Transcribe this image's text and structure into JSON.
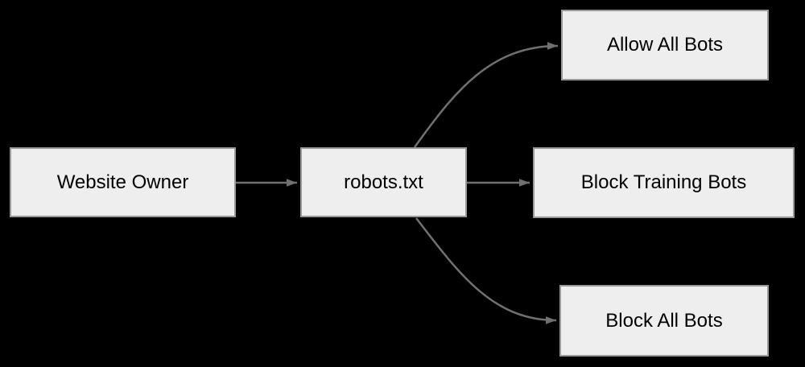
{
  "diagram": {
    "nodes": [
      {
        "id": "website-owner",
        "label": "Website Owner"
      },
      {
        "id": "robots-txt",
        "label": "robots.txt"
      },
      {
        "id": "allow-all-bots",
        "label": "Allow All Bots"
      },
      {
        "id": "block-training-bots",
        "label": "Block Training Bots"
      },
      {
        "id": "block-all-bots",
        "label": "Block All Bots"
      }
    ],
    "edges": [
      {
        "from": "Website Owner",
        "to": "robots.txt",
        "style": "straight"
      },
      {
        "from": "robots.txt",
        "to": "Allow All Bots",
        "style": "curved-up"
      },
      {
        "from": "robots.txt",
        "to": "Block Training Bots",
        "style": "straight"
      },
      {
        "from": "robots.txt",
        "to": "Block All Bots",
        "style": "curved-down"
      }
    ],
    "colors": {
      "background": "#000000",
      "node_fill": "#eeeeee",
      "node_border": "#999999",
      "arrow": "#707070",
      "text": "#000000"
    }
  }
}
